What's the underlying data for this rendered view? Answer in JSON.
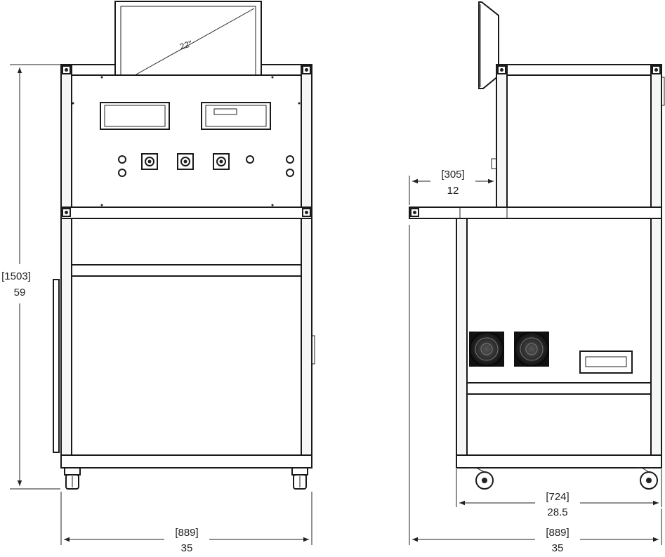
{
  "screen_size_label": "22\"",
  "dimensions": {
    "height": {
      "metric": "[1503]",
      "imperial": "59"
    },
    "front_width": {
      "metric": "[889]",
      "imperial": "35"
    },
    "side_shelf": {
      "metric": "[305]",
      "imperial": "12"
    },
    "side_body_depth": {
      "metric": "[724]",
      "imperial": "28.5"
    },
    "side_total_depth": {
      "metric": "[889]",
      "imperial": "35"
    }
  },
  "colors": {
    "line": "#1a1a1a",
    "background": "#ffffff"
  }
}
